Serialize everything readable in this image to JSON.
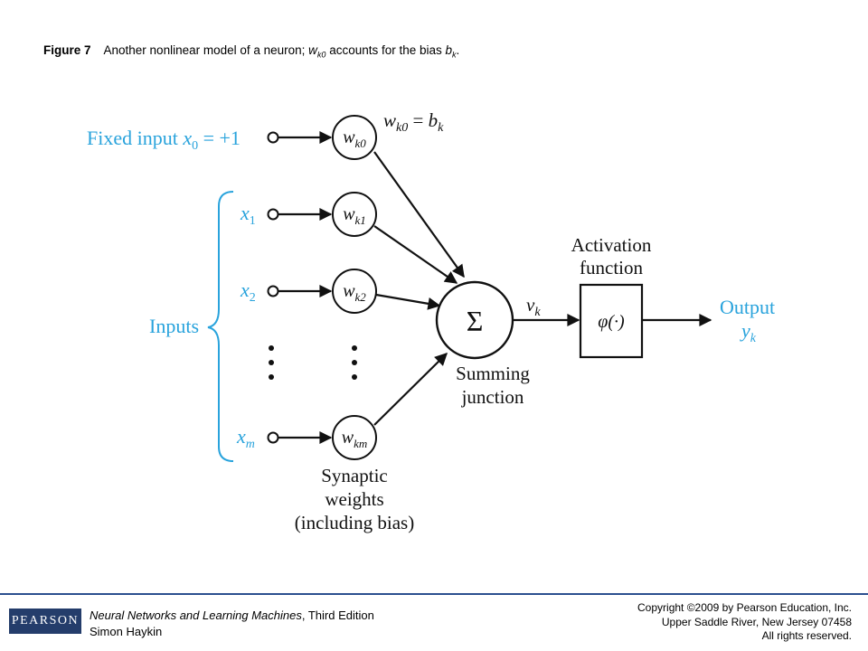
{
  "caption": {
    "figure_label": "Figure 7",
    "text_before": "Another nonlinear model of a neuron; ",
    "weight_symbol": "w",
    "weight_sub": "k0",
    "text_middle": " accounts for the bias ",
    "bias_symbol": "b",
    "bias_sub": "k",
    "text_end": "."
  },
  "diagram": {
    "fixed_input_label": "Fixed input",
    "fixed_input_var": "x",
    "fixed_input_sub": "0",
    "fixed_input_value": "= +1",
    "inputs_label": "Inputs",
    "inputs": [
      {
        "var": "x",
        "sub": "1"
      },
      {
        "var": "x",
        "sub": "2"
      },
      {
        "var": "x",
        "sub": "m"
      }
    ],
    "weights": [
      {
        "var": "w",
        "sub": "k0"
      },
      {
        "var": "w",
        "sub": "k1"
      },
      {
        "var": "w",
        "sub": "k2"
      },
      {
        "var": "w",
        "sub": "km"
      }
    ],
    "bias_eq": {
      "lhs_var": "w",
      "lhs_sub": "k0",
      "eq": "=",
      "rhs_var": "b",
      "rhs_sub": "k"
    },
    "summing_symbol": "Σ",
    "summing_label": [
      "Summing",
      "junction"
    ],
    "induced_field": {
      "var": "v",
      "sub": "k"
    },
    "activation_label": [
      "Activation",
      "function"
    ],
    "activation_symbol": "φ(·)",
    "output_label": "Output",
    "output_var": {
      "var": "y",
      "sub": "k"
    },
    "synaptic_label": [
      "Synaptic",
      "weights",
      "(including bias)"
    ],
    "colors": {
      "accent": "#29a3dc",
      "ink": "#111111"
    }
  },
  "footer": {
    "logo_text": "PEARSON",
    "book_title": "Neural Networks and Learning Machines",
    "book_edition": ", Third Edition",
    "author": "Simon Haykin",
    "copyright_lines": [
      "Copyright ©2009 by Pearson Education, Inc.",
      "Upper Saddle River, New Jersey 07458",
      "All rights reserved."
    ]
  }
}
